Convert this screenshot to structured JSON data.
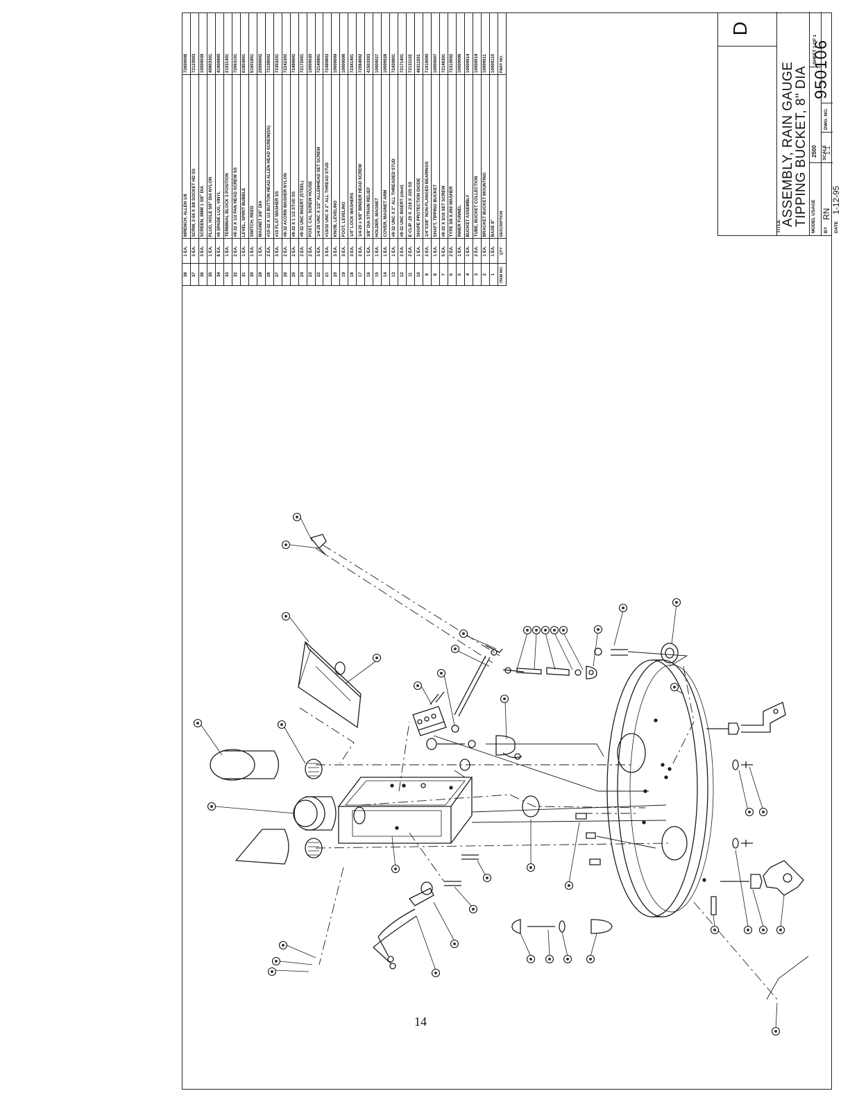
{
  "bom": {
    "header": {
      "item": "ITEM NO.",
      "qty": "QTY",
      "description": "DESCRIPTION",
      "part": "PART NO."
    },
    "rows": [
      {
        "item": "38",
        "qty": "1 EA.",
        "description": "WRENCH, ALLEN 1/8",
        "part": "72600008"
      },
      {
        "item": "37",
        "qty": "3 EA.",
        "description": "SCRW, 2-56 X 3/8 SOCKET HD SS",
        "part": "72123003"
      },
      {
        "item": "36",
        "qty": "3 EA.",
        "description": "SCREEN, 8MM 1 3/8\" DIA",
        "part": "10000039"
      },
      {
        "item": "35",
        "qty": "1 EA.",
        "description": "PLUG, HOLE 5/8\" DIA NYLON",
        "part": "40903301"
      },
      {
        "item": "34",
        "qty": "8 EA.",
        "description": "#6 SPADE LUG, VINYL",
        "part": "41900900"
      },
      {
        "item": "33",
        "qty": "1 EA.",
        "description": "TERMINAL BLOCK 3 POSITION",
        "part": "21031401"
      },
      {
        "item": "32",
        "qty": "2 EA.",
        "description": "#8-32 X 1/2 PAN HEAD SCREW SS",
        "part": "72063101"
      },
      {
        "item": "31",
        "qty": "1 EA.",
        "description": "LEVEL, SPIRIT BUBBLE",
        "part": "61803601"
      },
      {
        "item": "30",
        "qty": "1 EA.",
        "description": "SWITCH, REED",
        "part": "51601801"
      },
      {
        "item": "29",
        "qty": "1 EA.",
        "description": "MAGNET 3/8\" DIA",
        "part": "25000002"
      },
      {
        "item": "28",
        "qty": "2 EA.",
        "description": "#10-32 X 1/2 BUTTON HEAD ALLEN HEAD SCREW(SS)",
        "part": "72108002"
      },
      {
        "item": "27",
        "qty": "3 EA.",
        "description": "#10 FLAT WASHER SS",
        "part": "72303201"
      },
      {
        "item": "26",
        "qty": "2 EA.",
        "description": "#8-32 ACORN WASHER NYLON",
        "part": "72242302"
      },
      {
        "item": "25",
        "qty": "2 EA.",
        "description": "#8-32 X 1 1/2 STUD SS",
        "part": "72490602"
      },
      {
        "item": "24",
        "qty": "2 EA.",
        "description": "#8-32 UNC INSERT (STEEL)",
        "part": "72172001"
      },
      {
        "item": "23",
        "qty": "2 EA.",
        "description": "POST, CAL SCREW HOUSE",
        "part": "10000030"
      },
      {
        "item": "22",
        "qty": "3 EA.",
        "description": "1/4-28 UNC X 1/2\" ALLENHEAD SET SCREW",
        "part": "72140901"
      },
      {
        "item": "21",
        "qty": "3 EA.",
        "description": "#10/32 UNC X 2\" ALL THREAD STUD",
        "part": "72490803"
      },
      {
        "item": "20",
        "qty": "3 EA.",
        "description": "KNOB, LEVELING",
        "part": "10000009"
      },
      {
        "item": "19",
        "qty": "3 EA.",
        "description": "FOOT, LEVELING",
        "part": "10000008"
      },
      {
        "item": "18",
        "qty": "3 EA.",
        "description": "1/4\" LOCK WASHERS",
        "part": "72341401"
      },
      {
        "item": "17",
        "qty": "2 EA.",
        "description": "1/4-20 x 5/8\" BINDER HEAD SCREW",
        "part": "72084002"
      },
      {
        "item": "16",
        "qty": "1 EA.",
        "description": "3/8\" DIA STRAIN RELIEF",
        "part": "41503303"
      },
      {
        "item": "15",
        "qty": "1 EA.",
        "description": "HOLDER, MAGNET",
        "part": "10000027"
      },
      {
        "item": "14",
        "qty": "1 EA.",
        "description": "COVER, MAGNET ARM",
        "part": "10000028"
      },
      {
        "item": "13",
        "qty": "1 EA.",
        "description": "#8-32 UNC X 2\" ALL THREADED STUD",
        "part": "72430801"
      },
      {
        "item": "12",
        "qty": "2 EA.",
        "description": "#8-32 UNC INSERT (steel)",
        "part": "72171401"
      },
      {
        "item": "11",
        "qty": "2 EA.",
        "description": "E-CLIP .25 X .218 X .025 SS",
        "part": "72131102"
      },
      {
        "item": "10",
        "qty": "1 EA.",
        "description": "SHAPE PROTECTION DIODE",
        "part": "46311501"
      },
      {
        "item": "9",
        "qty": "2 EA.",
        "description": "1/4\"X3/8\" NON-FLANGED BEARINGS",
        "part": "71010000"
      },
      {
        "item": "8",
        "qty": "1 EA.",
        "description": "SHAFT, TIPPING BUCKET",
        "part": "10000007"
      },
      {
        "item": "7",
        "qty": "5 EA.",
        "description": "#8-32 X 3/16 SET SCREW",
        "part": "72146301"
      },
      {
        "item": "6",
        "qty": "2 EA.",
        "description": "TYPE 3/8 X.050 WASHER",
        "part": "72310502"
      },
      {
        "item": "5",
        "qty": "1 EA.",
        "description": "INNER FUNNEL",
        "part": "10000006"
      },
      {
        "item": "4",
        "qty": "1 EA.",
        "description": "BUCKET ASSEMBLY",
        "part": "10000014"
      },
      {
        "item": "3",
        "qty": "2 EA.",
        "description": "TUBE, BUCKET COLLECTION",
        "part": "10000019"
      },
      {
        "item": "2",
        "qty": "1 EA.",
        "description": "BRACKET BUCKET MOUNTING",
        "part": "10000011"
      },
      {
        "item": "1",
        "qty": "1 EA.",
        "description": "BASE 8\"",
        "part": "10000110"
      }
    ]
  },
  "title_block": {
    "title_label": "TITLE",
    "title_line1": "ASSEMBLY, RAIN GAUGE",
    "title_line2": "TIPPING BUCKET, 8\" DIA",
    "revision": "D",
    "model_usage_label": "MODEL USAGE",
    "model_usage": "2500",
    "sheet": "SHEET 1 OF 1",
    "by_label": "BY",
    "by": "RN",
    "scale_label": "SCALE",
    "scale": "1:1",
    "dwg_no_label": "DWG. NO.",
    "dwg_no": "950106",
    "date_label": "DATE",
    "date": "1-12-95"
  },
  "page_number": "14"
}
